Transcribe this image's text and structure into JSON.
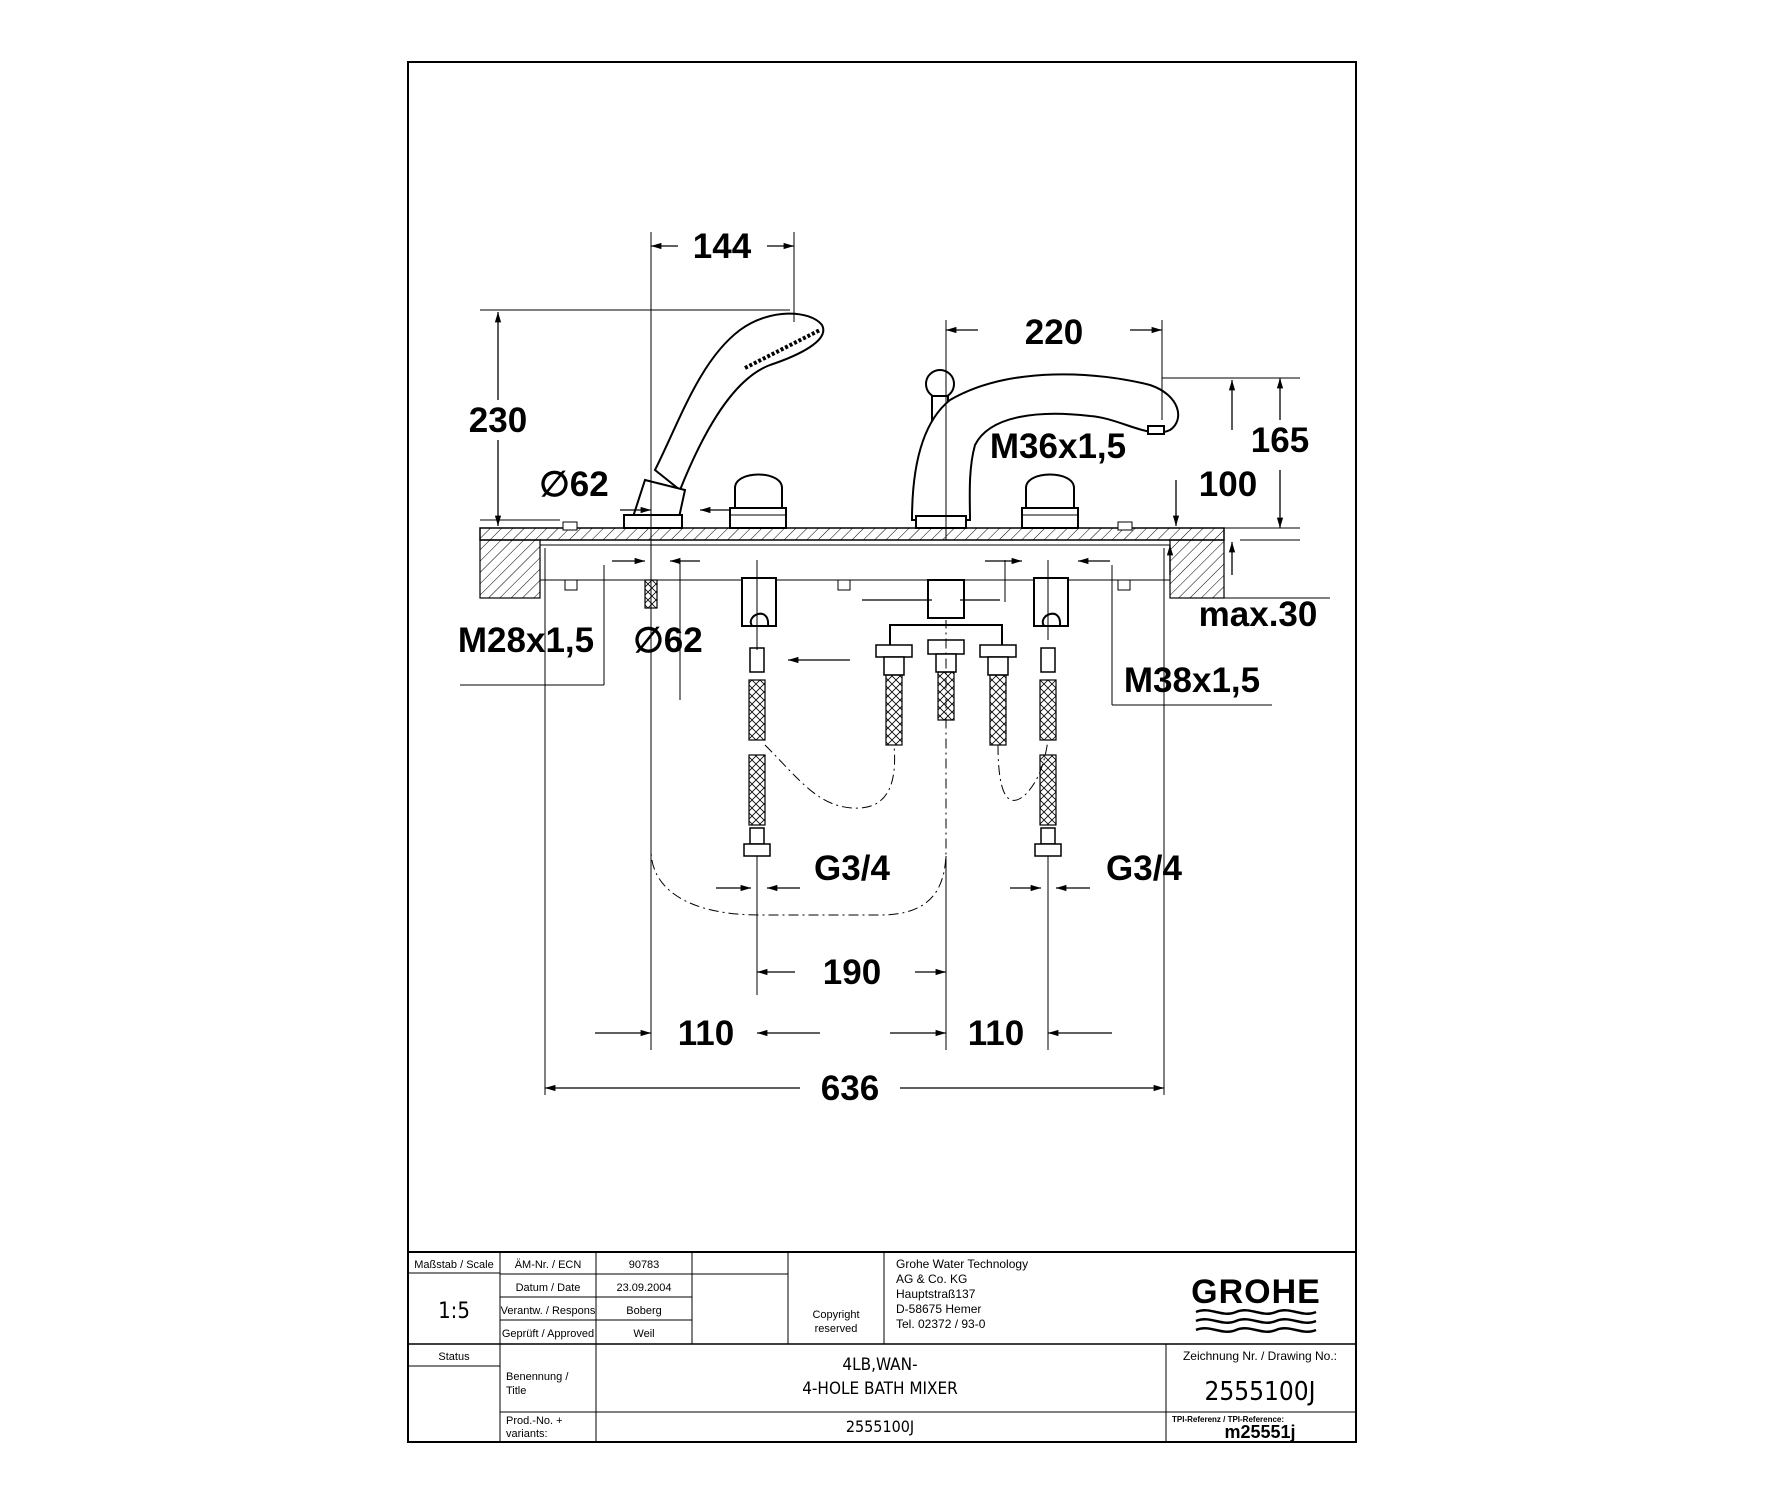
{
  "drawing": {
    "dimensions": {
      "handshower_width": "144",
      "height_total": "230",
      "diameter_top": "∅62",
      "spout_length": "220",
      "spout_thread": "M36x1,5",
      "spout_height": "165",
      "spout_base_height": "100",
      "max_thickness": "max.30",
      "handshower_thread": "M28x1,5",
      "diameter_bottom": "∅62",
      "valve_thread": "M38x1,5",
      "connection_left": "G3/4",
      "connection_right": "G3/4",
      "center_distance": "190",
      "left_spacing": "110",
      "right_spacing": "110",
      "overall_width": "636"
    }
  },
  "title_block": {
    "scale_label": "Maßstab / Scale",
    "scale_value": "1:5",
    "ecn_label": "ÄM-Nr. / ECN",
    "ecn_value": "90783",
    "date_label": "Datum / Date",
    "date_value": "23.09.2004",
    "responsible_label": "Verantw. / Respons",
    "responsible_value": "Boberg",
    "approved_label": "Geprüft / Approved",
    "approved_value": "Weil",
    "copyright_line1": "Copyright",
    "copyright_line2": "reserved",
    "company_line1": "Grohe Water Technology",
    "company_line2": "AG & Co. KG",
    "company_line3": "Hauptstraß137",
    "company_line4": "D-58675 Hemer",
    "company_line5": "Tel. 02372 / 93-0",
    "logo_text": "GROHE",
    "status_label": "Status",
    "title_label_line1": "Benennung /",
    "title_label_line2": "Title",
    "title_line1": "4LB,WAN-",
    "title_line2": "4-HOLE BATH MIXER",
    "drawing_no_label": "Zeichnung Nr. / Drawing No.:",
    "drawing_no_value": "2555100J",
    "prod_label_line1": "Prod.-No. +",
    "prod_label_line2": "variants:",
    "prod_value": "2555100J",
    "tpi_label": "TPI-Referenz / TPI-Reference:",
    "tpi_value": "m25551j"
  }
}
